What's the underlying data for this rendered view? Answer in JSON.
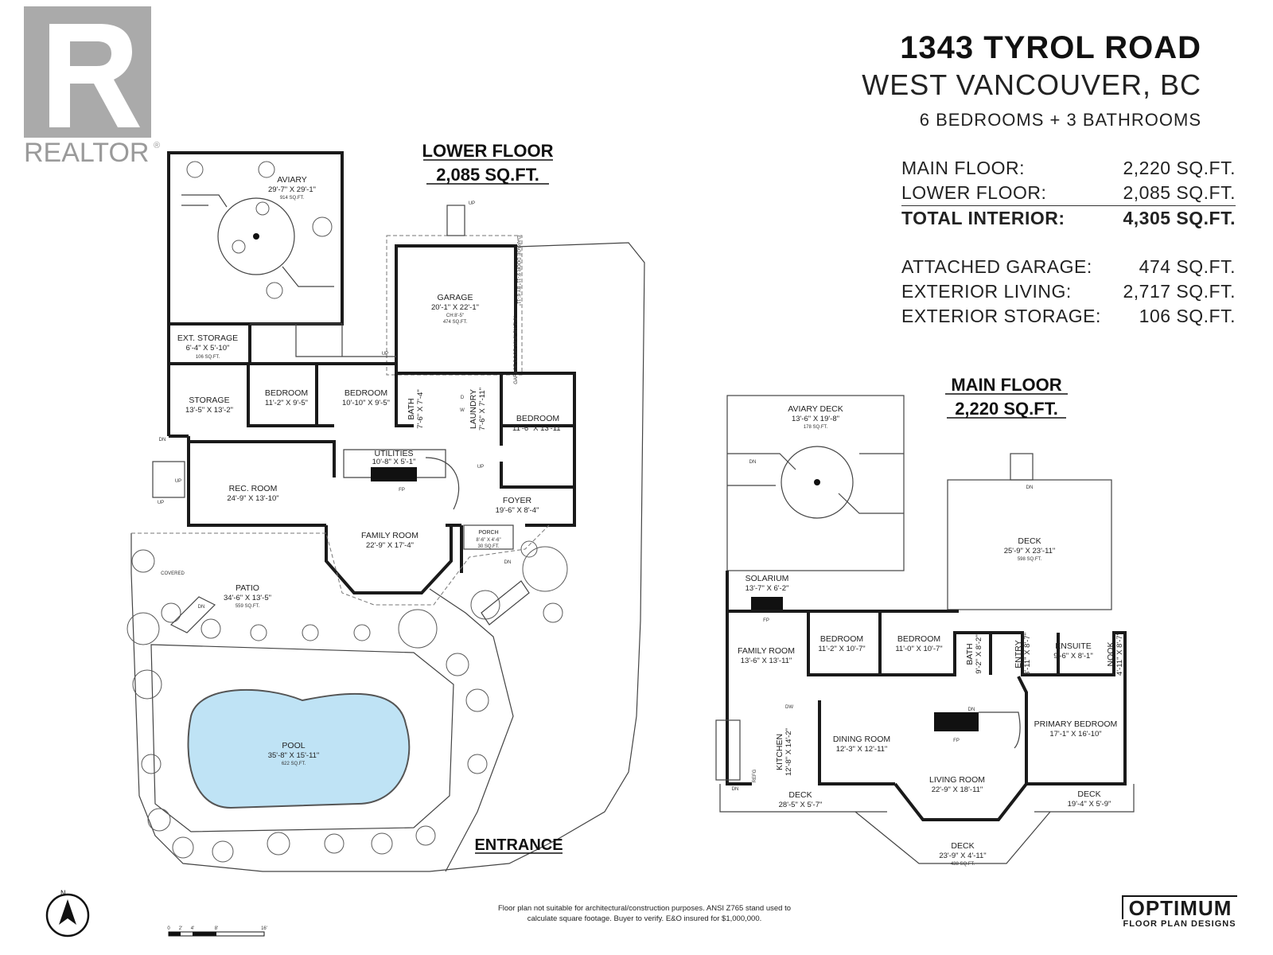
{
  "header": {
    "address_line1": "1343 TYROL ROAD",
    "address_line2": "WEST VANCOUVER, BC",
    "beds_baths": "6 BEDROOMS + 3 BATHROOMS"
  },
  "stats_interior": [
    {
      "label": "MAIN FLOOR:",
      "value": "2,220 SQ.FT."
    },
    {
      "label": "LOWER FLOOR:",
      "value": "2,085 SQ.FT."
    },
    {
      "label": "TOTAL INTERIOR:",
      "value": "4,305 SQ.FT."
    }
  ],
  "stats_exterior": [
    {
      "label": "ATTACHED GARAGE:",
      "value": "474 SQ.FT."
    },
    {
      "label": "EXTERIOR LIVING:",
      "value": "2,717 SQ.FT."
    },
    {
      "label": "EXTERIOR STORAGE:",
      "value": "106 SQ.FT."
    }
  ],
  "logos": {
    "realtor": "REALTOR",
    "realtor_mark": "®",
    "optimum_big": "OPTIMUM",
    "optimum_small": "FLOOR PLAN DESIGNS"
  },
  "lower_floor": {
    "title": "LOWER FLOOR",
    "area": "2,085 SQ.FT.",
    "entrance": "ENTRANCE",
    "rooms": [
      {
        "name": "AVIARY",
        "dims": "29'-7\" X 29'-1\"",
        "sqft": "914 SQ.FT."
      },
      {
        "name": "EXT. STORAGE",
        "dims": "6'-4\" X 5'-10\"",
        "sqft": "106 SQ.FT."
      },
      {
        "name": "GARAGE",
        "dims": "20'-1\" X 22'-1\"",
        "sqft": "474 SQ.FT.",
        "note": "CH:8'-5\""
      },
      {
        "name": "STORAGE",
        "dims": "13'-5\" X 13'-2\""
      },
      {
        "name": "BEDROOM",
        "dims": "11'-2\" X 9'-5\""
      },
      {
        "name": "BEDROOM",
        "dims": "10'-10\" X 9'-5\""
      },
      {
        "name": "BATH",
        "dims": "7'-6\" X 7'-4\""
      },
      {
        "name": "LAUNDRY",
        "dims": "7'-6\" X 7'-11\""
      },
      {
        "name": "BEDROOM",
        "dims": "11'-6\" X 13'-11\""
      },
      {
        "name": "UTILITIES",
        "dims": "10'-8\" X 5'-1\""
      },
      {
        "name": "REC. ROOM",
        "dims": "24'-9\" X 13'-10\""
      },
      {
        "name": "FAMILY ROOM",
        "dims": "22'-9\" X 17'-4\""
      },
      {
        "name": "FOYER",
        "dims": "19'-6\" X 8'-4\""
      },
      {
        "name": "PORCH",
        "dims": "8'-6\" X 4'-6\"",
        "sqft": "30 SQ.FT."
      },
      {
        "name": "PATIO",
        "dims": "34'-6\" X 13'-5\"",
        "sqft": "559 SQ.FT."
      },
      {
        "name": "POOL",
        "dims": "35'-8\" X 15'-11\"",
        "sqft": "622 SQ.FT."
      }
    ],
    "labels": {
      "up": "UP",
      "dn": "DN",
      "fp": "FP",
      "covered": "COVERED",
      "garage_door1": "GARAGE DOOR 9'-11\" BY 6'-11\"",
      "garage_door2": "GARAGE DOOR 10'-6\" BY 7'-3\"",
      "d": "D",
      "w": "W"
    }
  },
  "main_floor": {
    "title": "MAIN FLOOR",
    "area": "2,220 SQ.FT.",
    "rooms": [
      {
        "name": "AVIARY DECK",
        "dims": "13'-6\" X 19'-8\"",
        "sqft": "178 SQ.FT."
      },
      {
        "name": "DECK",
        "dims": "25'-9\" X 23'-11\"",
        "sqft": "598 SQ.FT."
      },
      {
        "name": "SOLARIUM",
        "dims": "13'-7\" X 6'-2\""
      },
      {
        "name": "FAMILY ROOM",
        "dims": "13'-6\" X 13'-11\""
      },
      {
        "name": "BEDROOM",
        "dims": "11'-2\" X 10'-7\""
      },
      {
        "name": "BEDROOM",
        "dims": "11'-0\" X 10'-7\""
      },
      {
        "name": "BATH",
        "dims": "9'-2\" X 8'-2\""
      },
      {
        "name": "ENTRY",
        "dims": "3'-11\" X 8'-7\""
      },
      {
        "name": "ENSUITE",
        "dims": "9'-6\" X 8'-1\""
      },
      {
        "name": "NOOK",
        "dims": "4'-11\" X 8'-7\""
      },
      {
        "name": "KITCHEN",
        "dims": "12'-8\" X 14'-2\""
      },
      {
        "name": "DINING ROOM",
        "dims": "12'-3\" X 12'-11\""
      },
      {
        "name": "PRIMARY BEDROOM",
        "dims": "17'-1\" X 16'-10\""
      },
      {
        "name": "LIVING ROOM",
        "dims": "22'-9\" X 18'-11\""
      },
      {
        "name": "DECK",
        "dims": "28'-5\" X 5'-7\""
      },
      {
        "name": "DECK",
        "dims": "19'-4\" X 5'-9\""
      },
      {
        "name": "DECK",
        "dims": "23'-9\" X 4'-11\"",
        "sqft": "438 SQ.FT."
      }
    ],
    "labels": {
      "dn": "DN",
      "fp": "FP",
      "dw": "DW",
      "refg": "REFG"
    }
  },
  "scale": {
    "marks": [
      "0",
      "2'",
      "4'",
      "8'",
      "16'"
    ]
  },
  "compass": "N",
  "disclaimer_line1": "Floor plan not suitable for architectural/construction purposes. ANSI Z765 stand used to",
  "disclaimer_line2": "calculate square footage. Buyer to verify.  E&O insured for $1,000,000."
}
